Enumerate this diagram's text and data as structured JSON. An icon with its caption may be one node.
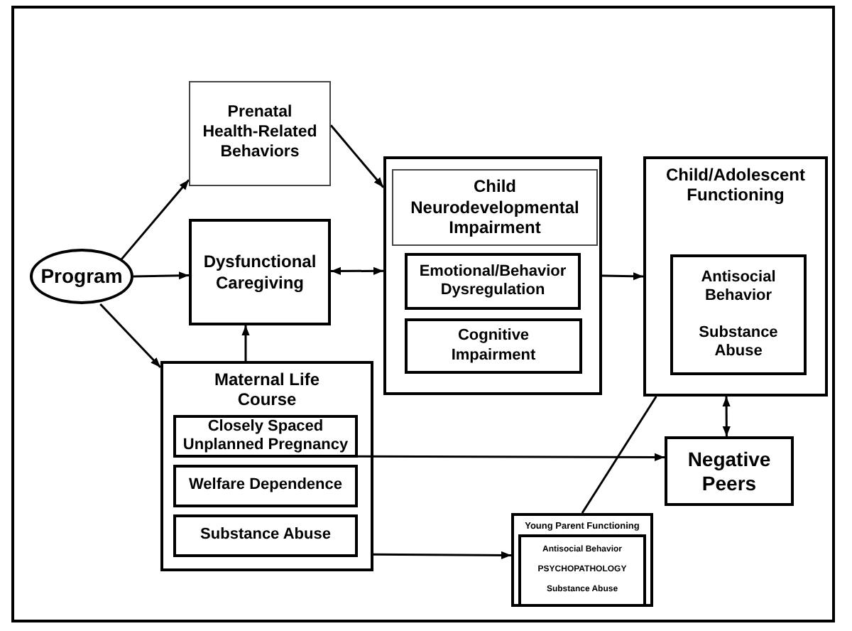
{
  "diagram": {
    "nodes": [
      {
        "text": [
          "Program"
        ]
      },
      {
        "text": [
          "Prenatal Health-Related Behaviors"
        ]
      },
      {
        "text": [
          "Dysfunctional Caregiving"
        ]
      },
      {
        "text": [],
        "shape": "box"
      },
      {
        "text": [
          "Child Neurodevelopmental Impairment"
        ],
        "in": 3
      },
      {
        "text": [
          "Emotional/Behavior Dysregulation"
        ],
        "in": 3
      },
      {
        "text": [
          "Cognitive Impairment"
        ],
        "in": 3
      },
      {
        "text": [
          "Child/Adolescent Functioning"
        ]
      },
      {
        "text": [
          "Antisocial Behavior",
          "Substance Abuse"
        ],
        "in": 7
      },
      {
        "text": [
          "Maternal Life Course"
        ]
      },
      {
        "text": [
          "Closely Spaced Unplanned Pregnancy"
        ],
        "in": 9
      },
      {
        "text": [
          "Welfare Dependence"
        ],
        "in": 9
      },
      {
        "text": [
          "Substance Abuse"
        ],
        "in": 9
      },
      {
        "text": [
          "Negative Peers"
        ]
      },
      {
        "text": [
          "Young Parent Functioning"
        ]
      },
      {
        "text": [
          "Antisocial Behavior",
          "PSYCHOPATHOLOGY",
          "Substance Abuse"
        ],
        "in": 14
      }
    ],
    "edges": [
      {
        "from": 0,
        "to": 1,
        "arrow": "to"
      },
      {
        "from": 0,
        "to": 2,
        "arrow": "to"
      },
      {
        "from": 0,
        "to": 9,
        "arrow": "to"
      },
      {
        "from": 1,
        "to": 3,
        "arrow": "to"
      },
      {
        "from": 2,
        "to": 3,
        "arrow": "both"
      },
      {
        "from": 9,
        "to": 2,
        "arrow": "to"
      },
      {
        "from": 3,
        "to": 7,
        "arrow": "to"
      },
      {
        "from": 7,
        "to": 13,
        "arrow": "both"
      },
      {
        "from": 10,
        "to": 13,
        "arrow": "to"
      },
      {
        "from": 9,
        "to": 14,
        "arrow": "to"
      },
      {
        "from": 14,
        "to": 7,
        "arrow": "none"
      }
    ]
  }
}
